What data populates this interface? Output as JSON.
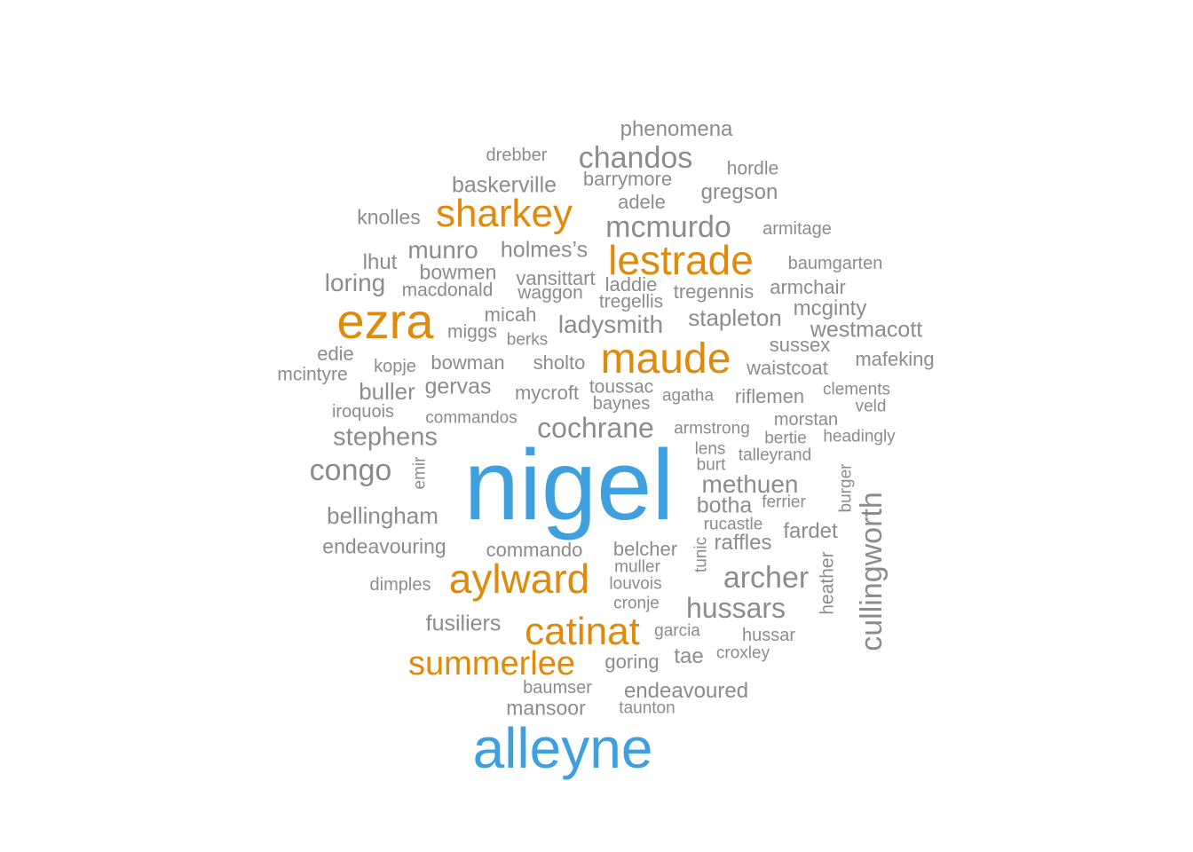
{
  "colors": {
    "primary": "#3fa0e0",
    "secondary": "#e08a0b",
    "other": "#8c8c8c"
  },
  "words": [
    {
      "text": "nigel",
      "group": "primary"
    },
    {
      "text": "alleyne",
      "group": "primary"
    },
    {
      "text": "ezra",
      "group": "secondary"
    },
    {
      "text": "maude",
      "group": "secondary"
    },
    {
      "text": "lestrade",
      "group": "secondary"
    },
    {
      "text": "sharkey",
      "group": "secondary"
    },
    {
      "text": "aylward",
      "group": "secondary"
    },
    {
      "text": "catinat",
      "group": "secondary"
    },
    {
      "text": "summerlee",
      "group": "secondary"
    },
    {
      "text": "phenomena",
      "group": "other"
    },
    {
      "text": "drebber",
      "group": "other"
    },
    {
      "text": "chandos",
      "group": "other"
    },
    {
      "text": "hordle",
      "group": "other"
    },
    {
      "text": "barrymore",
      "group": "other"
    },
    {
      "text": "baskerville",
      "group": "other"
    },
    {
      "text": "gregson",
      "group": "other"
    },
    {
      "text": "adele",
      "group": "other"
    },
    {
      "text": "knolles",
      "group": "other"
    },
    {
      "text": "mcmurdo",
      "group": "other"
    },
    {
      "text": "armitage",
      "group": "other"
    },
    {
      "text": "munro",
      "group": "other"
    },
    {
      "text": "holmes’s",
      "group": "other"
    },
    {
      "text": "lhut",
      "group": "other"
    },
    {
      "text": "baumgarten",
      "group": "other"
    },
    {
      "text": "bowmen",
      "group": "other"
    },
    {
      "text": "vansittart",
      "group": "other"
    },
    {
      "text": "loring",
      "group": "other"
    },
    {
      "text": "macdonald",
      "group": "other"
    },
    {
      "text": "waggon",
      "group": "other"
    },
    {
      "text": "laddie",
      "group": "other"
    },
    {
      "text": "tregennis",
      "group": "other"
    },
    {
      "text": "armchair",
      "group": "other"
    },
    {
      "text": "tregellis",
      "group": "other"
    },
    {
      "text": "micah",
      "group": "other"
    },
    {
      "text": "mcginty",
      "group": "other"
    },
    {
      "text": "stapleton",
      "group": "other"
    },
    {
      "text": "ladysmith",
      "group": "other"
    },
    {
      "text": "miggs",
      "group": "other"
    },
    {
      "text": "westmacott",
      "group": "other"
    },
    {
      "text": "berks",
      "group": "other"
    },
    {
      "text": "sussex",
      "group": "other"
    },
    {
      "text": "edie",
      "group": "other"
    },
    {
      "text": "mafeking",
      "group": "other"
    },
    {
      "text": "kopje",
      "group": "other"
    },
    {
      "text": "bowman",
      "group": "other"
    },
    {
      "text": "sholto",
      "group": "other"
    },
    {
      "text": "waistcoat",
      "group": "other"
    },
    {
      "text": "mcintyre",
      "group": "other"
    },
    {
      "text": "toussac",
      "group": "other"
    },
    {
      "text": "clements",
      "group": "other"
    },
    {
      "text": "buller",
      "group": "other"
    },
    {
      "text": "gervas",
      "group": "other"
    },
    {
      "text": "mycroft",
      "group": "other"
    },
    {
      "text": "agatha",
      "group": "other"
    },
    {
      "text": "riflemen",
      "group": "other"
    },
    {
      "text": "baynes",
      "group": "other"
    },
    {
      "text": "veld",
      "group": "other"
    },
    {
      "text": "iroquois",
      "group": "other"
    },
    {
      "text": "commandos",
      "group": "other"
    },
    {
      "text": "morstan",
      "group": "other"
    },
    {
      "text": "armstrong",
      "group": "other"
    },
    {
      "text": "cochrane",
      "group": "other"
    },
    {
      "text": "stephens",
      "group": "other"
    },
    {
      "text": "bertie",
      "group": "other"
    },
    {
      "text": "headingly",
      "group": "other"
    },
    {
      "text": "lens",
      "group": "other"
    },
    {
      "text": "talleyrand",
      "group": "other"
    },
    {
      "text": "congo",
      "group": "other"
    },
    {
      "text": "burt",
      "group": "other"
    },
    {
      "text": "emir",
      "group": "other"
    },
    {
      "text": "methuen",
      "group": "other"
    },
    {
      "text": "burger",
      "group": "other"
    },
    {
      "text": "bellingham",
      "group": "other"
    },
    {
      "text": "botha",
      "group": "other"
    },
    {
      "text": "ferrier",
      "group": "other"
    },
    {
      "text": "cullingworth",
      "group": "other"
    },
    {
      "text": "rucastle",
      "group": "other"
    },
    {
      "text": "fardet",
      "group": "other"
    },
    {
      "text": "endeavouring",
      "group": "other"
    },
    {
      "text": "commando",
      "group": "other"
    },
    {
      "text": "belcher",
      "group": "other"
    },
    {
      "text": "raffles",
      "group": "other"
    },
    {
      "text": "tunic",
      "group": "other"
    },
    {
      "text": "muller",
      "group": "other"
    },
    {
      "text": "heather",
      "group": "other"
    },
    {
      "text": "archer",
      "group": "other"
    },
    {
      "text": "dimples",
      "group": "other"
    },
    {
      "text": "louvois",
      "group": "other"
    },
    {
      "text": "cronje",
      "group": "other"
    },
    {
      "text": "hussars",
      "group": "other"
    },
    {
      "text": "fusiliers",
      "group": "other"
    },
    {
      "text": "garcia",
      "group": "other"
    },
    {
      "text": "hussar",
      "group": "other"
    },
    {
      "text": "croxley",
      "group": "other"
    },
    {
      "text": "goring",
      "group": "other"
    },
    {
      "text": "tae",
      "group": "other"
    },
    {
      "text": "baumser",
      "group": "other"
    },
    {
      "text": "endeavoured",
      "group": "other"
    },
    {
      "text": "mansoor",
      "group": "other"
    },
    {
      "text": "taunton",
      "group": "other"
    }
  ]
}
